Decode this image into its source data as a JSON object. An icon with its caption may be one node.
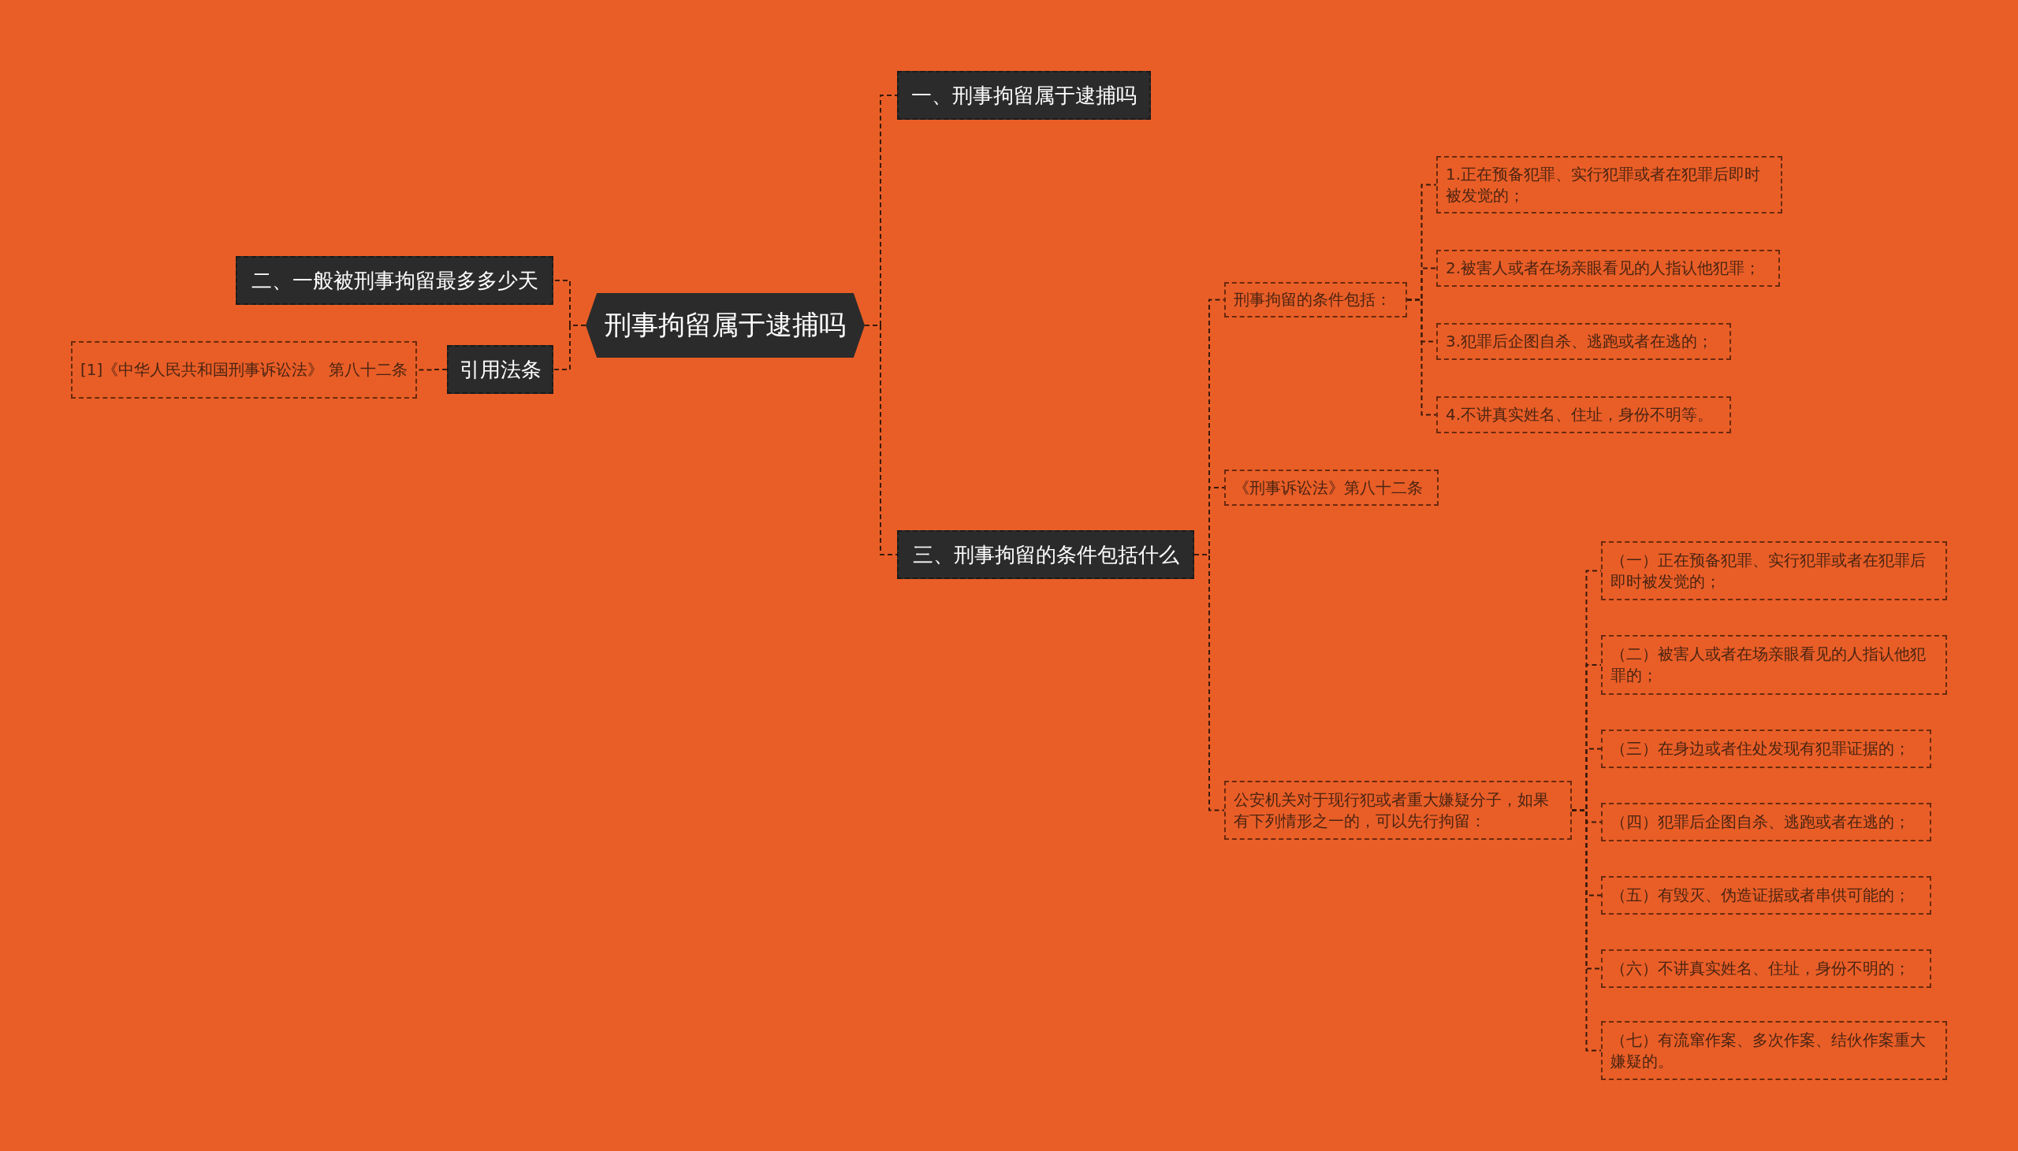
{
  "diagram": {
    "nodes": [
      {
        "text": [
          "刑事拘留属于逮捕吗"
        ]
      },
      {
        "text": [
          "一、刑事拘留属于逮捕吗"
        ]
      },
      {
        "text": [
          "二、一般被刑事拘留最多多少天"
        ]
      },
      {
        "text": [
          "引用法条"
        ]
      },
      {
        "text": [
          "[1]《中华人民共和国刑事诉讼法》 第八十二条"
        ]
      },
      {
        "text": [
          "三、刑事拘留的条件包括什么"
        ]
      },
      {
        "text": [
          "刑事拘留的条件包括："
        ]
      },
      {
        "text": [
          "1.正在预备犯罪、实行犯罪或者在犯罪后即时被发觉的；"
        ]
      },
      {
        "text": [
          "2.被害人或者在场亲眼看见的人指认他犯罪；"
        ]
      },
      {
        "text": [
          "3.犯罪后企图自杀、逃跑或者在逃的；"
        ]
      },
      {
        "text": [
          "4.不讲真实姓名、住址，身份不明等。"
        ]
      },
      {
        "text": [
          "《刑事诉讼法》第八十二条"
        ]
      },
      {
        "text": [
          "公安机关对于现行犯或者重大嫌疑分子，如果有下列情形之一的，可以先行拘留："
        ]
      },
      {
        "text": [
          "（一）正在预备犯罪、实行犯罪或者在犯罪后即时被发觉的；"
        ]
      },
      {
        "text": [
          "（二）被害人或者在场亲眼看见的人指认他犯罪的；"
        ]
      },
      {
        "text": [
          "（三）在身边或者住处发现有犯罪证据的；"
        ]
      },
      {
        "text": [
          "（四）犯罪后企图自杀、逃跑或者在逃的；"
        ]
      },
      {
        "text": [
          "（五）有毁灭、伪造证据或者串供可能的；"
        ]
      },
      {
        "text": [
          "（六）不讲真实姓名、住址，身份不明的；"
        ]
      },
      {
        "text": [
          "（七）有流窜作案、多次作案、结伙作案重大嫌疑的。"
        ]
      }
    ],
    "edges": [
      {
        "from": 0,
        "to": 1,
        "arrow": "none"
      },
      {
        "from": 0,
        "to": 2,
        "arrow": "none"
      },
      {
        "from": 0,
        "to": 3,
        "arrow": "none"
      },
      {
        "from": 3,
        "to": 4,
        "arrow": "none"
      },
      {
        "from": 0,
        "to": 5,
        "arrow": "none"
      },
      {
        "from": 5,
        "to": 6,
        "arrow": "none"
      },
      {
        "from": 6,
        "to": 7,
        "arrow": "none"
      },
      {
        "from": 6,
        "to": 8,
        "arrow": "none"
      },
      {
        "from": 6,
        "to": 9,
        "arrow": "none"
      },
      {
        "from": 6,
        "to": 10,
        "arrow": "none"
      },
      {
        "from": 5,
        "to": 11,
        "arrow": "none"
      },
      {
        "from": 5,
        "to": 12,
        "arrow": "none"
      },
      {
        "from": 12,
        "to": 13,
        "arrow": "none"
      },
      {
        "from": 12,
        "to": 14,
        "arrow": "none"
      },
      {
        "from": 12,
        "to": 15,
        "arrow": "none"
      },
      {
        "from": 12,
        "to": 16,
        "arrow": "none"
      },
      {
        "from": 12,
        "to": 17,
        "arrow": "none"
      },
      {
        "from": 12,
        "to": 18,
        "arrow": "none"
      },
      {
        "from": 12,
        "to": 19,
        "arrow": "none"
      }
    ]
  }
}
